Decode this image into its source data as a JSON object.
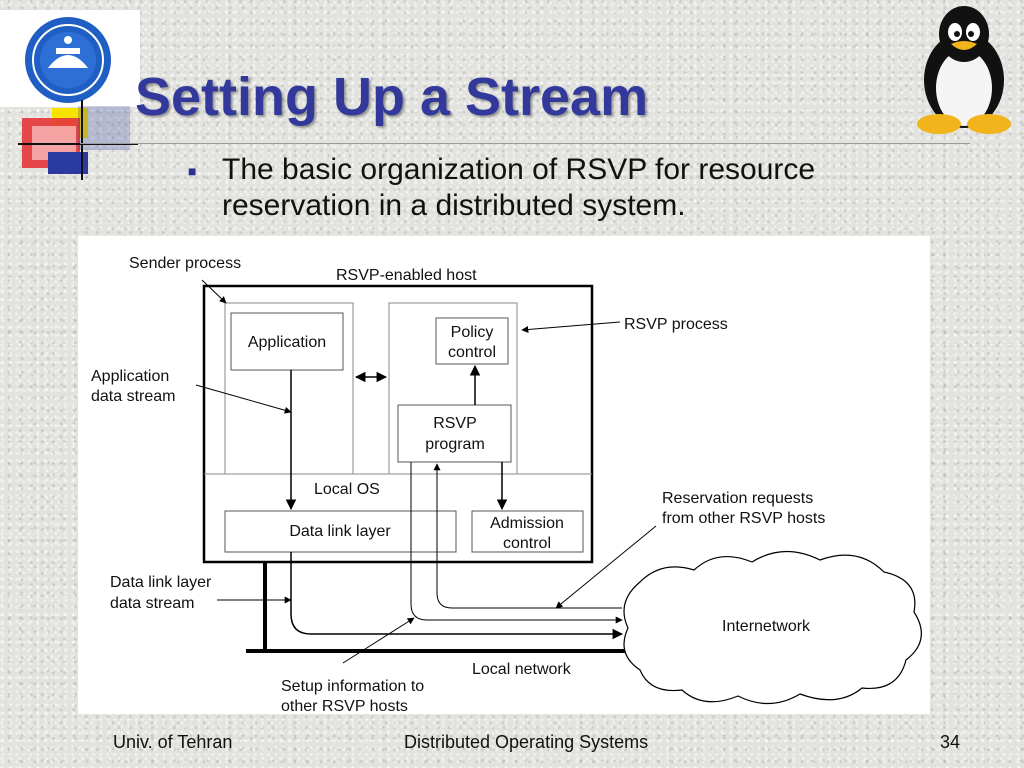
{
  "slide": {
    "title": "Setting Up a Stream",
    "bullet": "The basic organization of RSVP for resource reservation in a distributed system."
  },
  "diagram": {
    "labels": {
      "sender_process": "Sender process",
      "rsvp_enabled_host": "RSVP-enabled host",
      "rsvp_process": "RSVP process",
      "application": "Application",
      "policy_control_1": "Policy",
      "policy_control_2": "control",
      "app_stream_1": "Application",
      "app_stream_2": "data stream",
      "rsvp_program_1": "RSVP",
      "rsvp_program_2": "program",
      "local_os": "Local OS",
      "data_link_layer": "Data link layer",
      "admission_control_1": "Admission",
      "admission_control_2": "control",
      "reservation_requests_1": "Reservation requests",
      "reservation_requests_2": "from other RSVP hosts",
      "dll_stream_1": "Data link layer",
      "dll_stream_2": "data stream",
      "internetwork": "Internetwork",
      "local_network": "Local network",
      "setup_info_1": "Setup information to",
      "setup_info_2": "other RSVP hosts"
    }
  },
  "footer": {
    "left": "Univ. of Tehran",
    "center": "Distributed Operating Systems",
    "page_number": "34"
  },
  "colors": {
    "title": "#33399b",
    "logo_blue": "#1f5fc4",
    "deco_yellow": "#f7e200",
    "deco_red": "#e4383c",
    "deco_blue": "#2a3aa0"
  },
  "icons": {
    "logo": "university-seal-icon",
    "mascot": "penguin-mascot-icon",
    "bullet": "square-bullet-icon"
  }
}
